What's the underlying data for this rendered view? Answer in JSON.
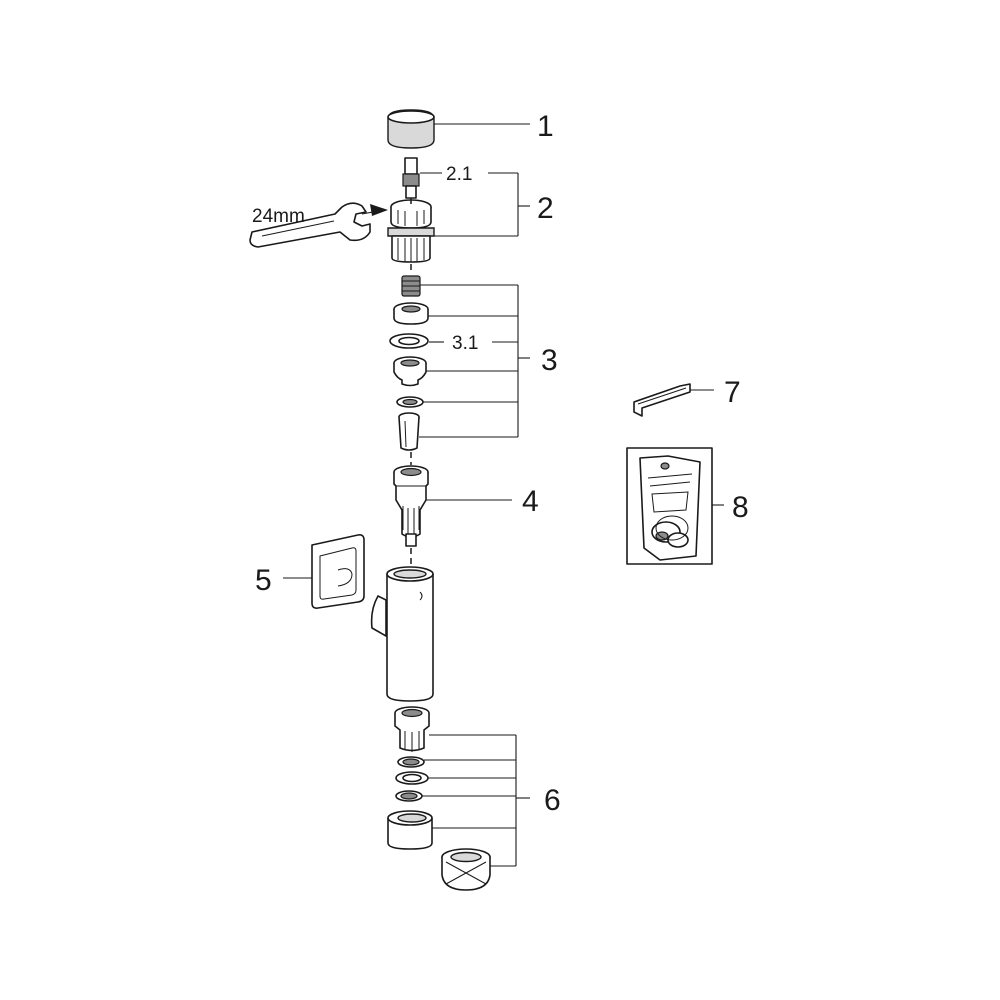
{
  "callouts": {
    "c1": "1",
    "c2": "2",
    "c2_1": "2.1",
    "c3": "3",
    "c3_1": "3.1",
    "c4": "4",
    "c5": "5",
    "c6": "6",
    "c7": "7",
    "c8": "8"
  },
  "tool_label": "24mm"
}
